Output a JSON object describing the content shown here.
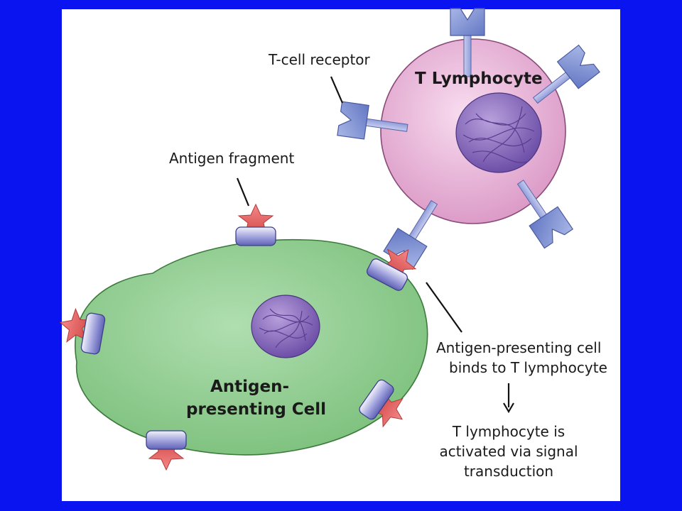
{
  "labels": {
    "t_cell_receptor": "T-cell receptor",
    "t_lymphocyte": "T Lymphocyte",
    "antigen_fragment": "Antigen fragment",
    "apc_line1": "Antigen-",
    "apc_line2": "presenting Cell",
    "binds_line1": "Antigen-presenting cell",
    "binds_line2": "binds to T lymphocyte",
    "activated_line1": "T lymphocyte is",
    "activated_line2": "activated via signal",
    "activated_line3": "transduction"
  },
  "colors": {
    "frame": "#0a14f0",
    "panel": "#ffffff",
    "t_cell_fill": "#e8b0d6",
    "apc_fill": "#8ccc8c",
    "nucleus_fill": "#8a6cc0",
    "receptor_fill": "#7b8fd0",
    "antigen_fill": "#e86a6a",
    "mhc_fill": "#8a8cd0"
  }
}
